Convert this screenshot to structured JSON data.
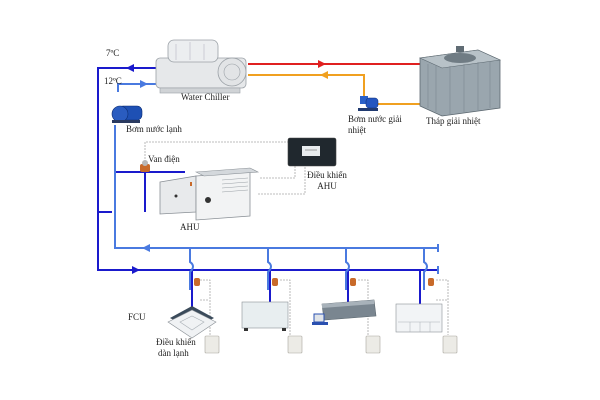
{
  "diagram": {
    "title": "Water chiller HVAC system schematic",
    "labels": {
      "temp_supply": "7ºC",
      "temp_return": "12ºC",
      "water_chiller": "Water Chiller",
      "chilled_water_pump": "Bơm nước lạnh",
      "cooling_pump_line1": "Bơm nước giải",
      "cooling_pump_line2": "nhiệt",
      "cooling_tower": "Tháp giải nhiệt",
      "electric_valve": "Van điện",
      "ahu_controller_line1": "Điều khiển",
      "ahu_controller_line2": "AHU",
      "ahu": "AHU",
      "fcu": "FCU",
      "fcu_controller_line1": "Điều khiển",
      "fcu_controller_line2": "dàn lạnh"
    },
    "colors": {
      "supply_pipe": "#1a1acc",
      "return_pipe": "#4a7ae0",
      "hot_pipe": "#e02020",
      "warm_pipe": "#f0a020",
      "control_wire": "#999999",
      "equipment_gray": "#d8dadc",
      "pump_blue": "#1e50b4",
      "valve_orange": "#c86a2a"
    },
    "components": [
      {
        "name": "water-chiller"
      },
      {
        "name": "cooling-tower"
      },
      {
        "name": "chilled-water-pump"
      },
      {
        "name": "cooling-water-pump"
      },
      {
        "name": "ahu"
      },
      {
        "name": "ahu-controller"
      },
      {
        "name": "electric-valve"
      },
      {
        "name": "fcu-cassette"
      },
      {
        "name": "fcu-floor-standing"
      },
      {
        "name": "fcu-ducted"
      },
      {
        "name": "fcu-ceiling"
      }
    ]
  }
}
